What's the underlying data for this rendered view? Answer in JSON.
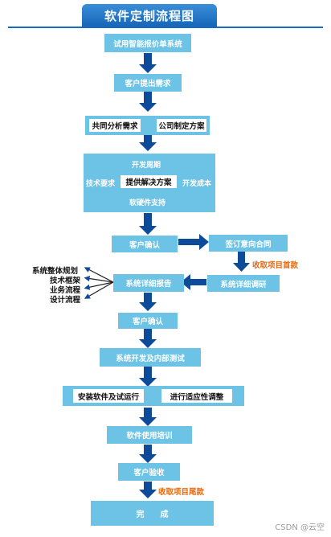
{
  "title": "软件定制流程图",
  "steps": {
    "s1": "试用智能报价单系统",
    "s2": "客户提出需求",
    "s3a": "共同分析需求",
    "s3b": "公司制定方案",
    "s4_top": "开发周期",
    "s4_left": "技术要求",
    "s4_center": "提供解决方案",
    "s4_right": "开发成本",
    "s4_bottom": "软硬件支持",
    "s5": "客户确认",
    "s6": "签订意向合同",
    "s7": "系统详细调研",
    "s8": "系统详细报告",
    "s9": "客户确认",
    "s10": "系统开发及内部测试",
    "s11a": "安装软件及试运行",
    "s11b": "进行适应性调整",
    "s12": "软件使用培训",
    "s13": "客户验收",
    "s14": "完　　成"
  },
  "notes": {
    "first_payment": "收取项目首款",
    "final_payment": "收取项目尾款"
  },
  "report_items": [
    "系统整体规划",
    "技术框架",
    "业务流程",
    "设计流程"
  ],
  "watermark": "CSDN @云空",
  "colors": {
    "box": "#6cc3e6",
    "arrow": "#0e4a9a",
    "title": "#1565b8",
    "note": "#e86a10"
  }
}
